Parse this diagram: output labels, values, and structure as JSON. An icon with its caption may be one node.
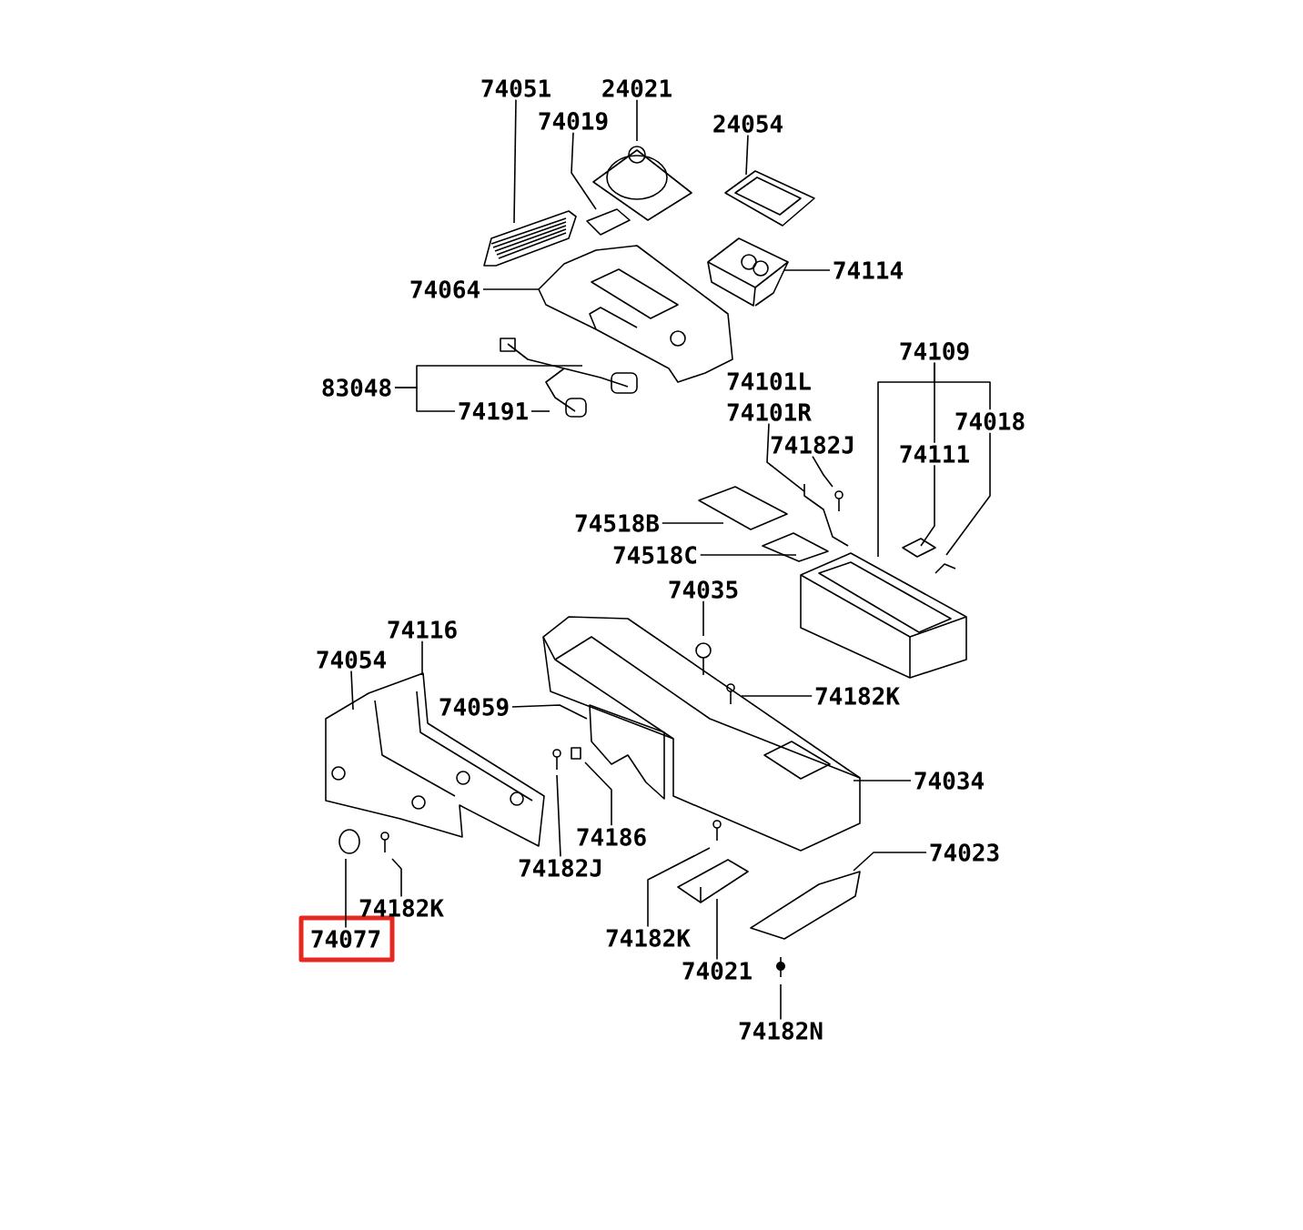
{
  "diagram": {
    "nodes": [
      {
        "text": [
          "74051"
        ]
      },
      {
        "text": [
          "24021"
        ]
      },
      {
        "text": [
          "74019"
        ]
      },
      {
        "text": [
          "24054"
        ]
      },
      {
        "text": [
          "74114"
        ]
      },
      {
        "text": [
          "74064"
        ]
      },
      {
        "text": [
          "83048"
        ]
      },
      {
        "text": [
          "74191"
        ]
      },
      {
        "text": [
          "74101L",
          "74101R"
        ]
      },
      {
        "text": [
          "74109"
        ]
      },
      {
        "text": [
          "74018"
        ]
      },
      {
        "text": [
          "74182J"
        ]
      },
      {
        "text": [
          "74111"
        ]
      },
      {
        "text": [
          "74518B"
        ]
      },
      {
        "text": [
          "74518C"
        ]
      },
      {
        "text": [
          "74035"
        ]
      },
      {
        "text": [
          "74116"
        ]
      },
      {
        "text": [
          "74054"
        ]
      },
      {
        "text": [
          "74059"
        ]
      },
      {
        "text": [
          "74182K"
        ]
      },
      {
        "text": [
          "74034"
        ]
      },
      {
        "text": [
          "74186"
        ]
      },
      {
        "text": [
          "74182J"
        ]
      },
      {
        "text": [
          "74023"
        ]
      },
      {
        "text": [
          "74182K"
        ]
      },
      {
        "text": [
          "74077"
        ]
      },
      {
        "text": [
          "74182K"
        ]
      },
      {
        "text": [
          "74021"
        ]
      },
      {
        "text": [
          "74182N"
        ]
      }
    ],
    "edges": [
      {
        "from": 0,
        "to": null,
        "arrow": "none"
      },
      {
        "from": 1,
        "to": null,
        "arrow": "none"
      },
      {
        "from": 2,
        "to": null,
        "arrow": "none"
      },
      {
        "from": 3,
        "to": null,
        "arrow": "none"
      },
      {
        "from": 4,
        "to": null,
        "arrow": "none"
      },
      {
        "from": 5,
        "to": null,
        "arrow": "none"
      },
      {
        "from": 6,
        "to": null,
        "arrow": "none"
      },
      {
        "from": 6,
        "to": 7,
        "arrow": "none"
      },
      {
        "from": 7,
        "to": null,
        "arrow": "none"
      },
      {
        "from": 8,
        "to": null,
        "arrow": "none"
      },
      {
        "from": 9,
        "to": null,
        "arrow": "none"
      },
      {
        "from": 9,
        "to": 10,
        "arrow": "none"
      },
      {
        "from": 9,
        "to": 12,
        "arrow": "none"
      },
      {
        "from": 10,
        "to": null,
        "arrow": "none"
      },
      {
        "from": 11,
        "to": null,
        "arrow": "none"
      },
      {
        "from": 12,
        "to": null,
        "arrow": "none"
      },
      {
        "from": 13,
        "to": null,
        "arrow": "none"
      },
      {
        "from": 14,
        "to": null,
        "arrow": "none"
      },
      {
        "from": 15,
        "to": null,
        "arrow": "none"
      },
      {
        "from": 16,
        "to": null,
        "arrow": "none"
      },
      {
        "from": 17,
        "to": null,
        "arrow": "none"
      },
      {
        "from": 18,
        "to": null,
        "arrow": "none"
      },
      {
        "from": 19,
        "to": null,
        "arrow": "none"
      },
      {
        "from": 20,
        "to": null,
        "arrow": "none"
      },
      {
        "from": 21,
        "to": null,
        "arrow": "none"
      },
      {
        "from": 22,
        "to": null,
        "arrow": "none"
      },
      {
        "from": 23,
        "to": null,
        "arrow": "none"
      },
      {
        "from": 24,
        "to": null,
        "arrow": "none"
      },
      {
        "from": 25,
        "to": null,
        "arrow": "none"
      },
      {
        "from": 26,
        "to": null,
        "arrow": "none"
      },
      {
        "from": 27,
        "to": null,
        "arrow": "none"
      },
      {
        "from": 28,
        "to": null,
        "arrow": "none"
      }
    ]
  }
}
